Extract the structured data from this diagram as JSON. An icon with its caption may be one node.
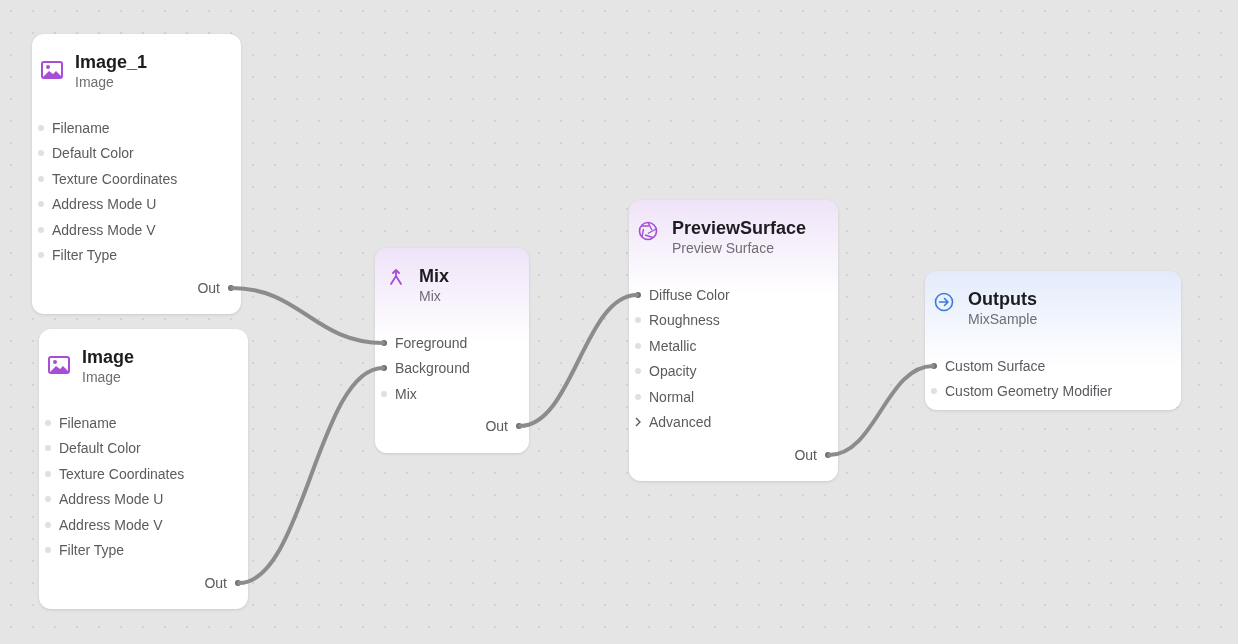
{
  "diagram": {
    "nodes": [
      {
        "text": [
          "Image_1",
          "Image"
        ]
      },
      {
        "text": [
          "Filename"
        ],
        "in": 0
      },
      {
        "text": [
          "Default Color"
        ],
        "in": 0
      },
      {
        "text": [
          "Texture Coordinates"
        ],
        "in": 0
      },
      {
        "text": [
          "Address Mode U"
        ],
        "in": 0
      },
      {
        "text": [
          "Address Mode V"
        ],
        "in": 0
      },
      {
        "text": [
          "Filter Type"
        ],
        "in": 0
      },
      {
        "text": [
          "Out"
        ],
        "in": 0
      },
      {
        "text": [
          "Image",
          "Image"
        ]
      },
      {
        "text": [
          "Filename"
        ],
        "in": 8
      },
      {
        "text": [
          "Default Color"
        ],
        "in": 8
      },
      {
        "text": [
          "Texture Coordinates"
        ],
        "in": 8
      },
      {
        "text": [
          "Address Mode U"
        ],
        "in": 8
      },
      {
        "text": [
          "Address Mode V"
        ],
        "in": 8
      },
      {
        "text": [
          "Filter Type"
        ],
        "in": 8
      },
      {
        "text": [
          "Out"
        ],
        "in": 8
      },
      {
        "text": [
          "Mix",
          "Mix"
        ]
      },
      {
        "text": [
          "Foreground"
        ],
        "in": 16
      },
      {
        "text": [
          "Background"
        ],
        "in": 16
      },
      {
        "text": [
          "Mix"
        ],
        "in": 16
      },
      {
        "text": [
          "Out"
        ],
        "in": 16
      },
      {
        "text": [
          "PreviewSurface",
          "Preview Surface"
        ]
      },
      {
        "text": [
          "Diffuse Color"
        ],
        "in": 21
      },
      {
        "text": [
          "Roughness"
        ],
        "in": 21
      },
      {
        "text": [
          "Metallic"
        ],
        "in": 21
      },
      {
        "text": [
          "Opacity"
        ],
        "in": 21
      },
      {
        "text": [
          "Normal"
        ],
        "in": 21
      },
      {
        "text": [
          "Advanced"
        ],
        "in": 21
      },
      {
        "text": [
          "Out"
        ],
        "in": 21
      },
      {
        "text": [
          "Outputs",
          "MixSample"
        ]
      },
      {
        "text": [
          "Custom Surface"
        ],
        "in": 29
      },
      {
        "text": [
          "Custom Geometry Modifier"
        ],
        "in": 29
      }
    ],
    "edges": [
      {
        "from": 7,
        "to": 17,
        "arrow": "none"
      },
      {
        "from": 15,
        "to": 18,
        "arrow": "none"
      },
      {
        "from": 20,
        "to": 22,
        "arrow": "none"
      },
      {
        "from": 28,
        "to": 30,
        "arrow": "none"
      }
    ]
  }
}
